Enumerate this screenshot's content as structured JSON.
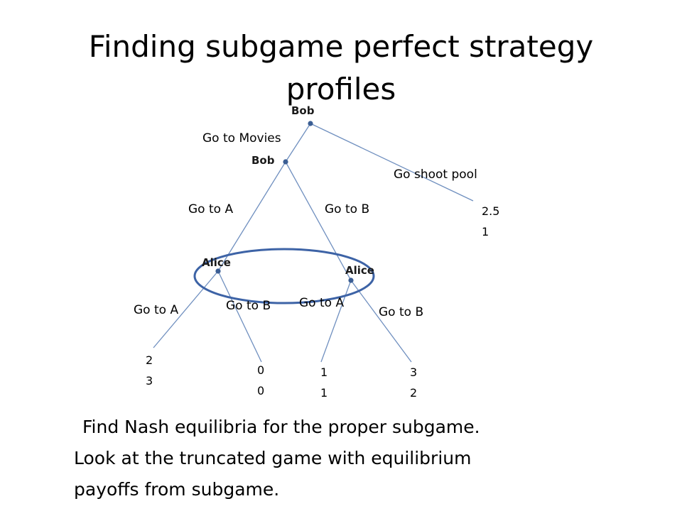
{
  "slide": {
    "title_line1": "Finding subgame perfect strategy",
    "title_line2": "profiles",
    "text_line1": "Find Nash equilibria for the proper  subgame.",
    "text_line2": "Look at the truncated game with equilibrium",
    "text_line3": "payoffs from subgame."
  },
  "tree": {
    "root_player": "Bob",
    "bob2_player": "Bob",
    "alice_left_player": "Alice",
    "alice_right_player": "Alice",
    "root_left_action": "Go to Movies",
    "root_right_action": "Go shoot pool",
    "bob2_left_action": "Go to A",
    "bob2_right_action": "Go to B",
    "alice_left_left_action": "Go to A",
    "alice_left_right_action": "Go to B",
    "alice_right_left_action": "Go to A",
    "alice_right_right_action": "Go to B",
    "payoff_pool_top": "2.5",
    "payoff_pool_bottom": "1",
    "payoff_aa_top": "2",
    "payoff_aa_bottom": "3",
    "payoff_ab_top": "0",
    "payoff_ab_bottom": "0",
    "payoff_ba_top": "1",
    "payoff_ba_bottom": "1",
    "payoff_bb_top": "3",
    "payoff_bb_bottom": "2"
  },
  "colors": {
    "edge": "#6f8fbf",
    "node": "#3b5e94",
    "subgame_ellipse": "#3d63a6",
    "text": "#000000"
  }
}
